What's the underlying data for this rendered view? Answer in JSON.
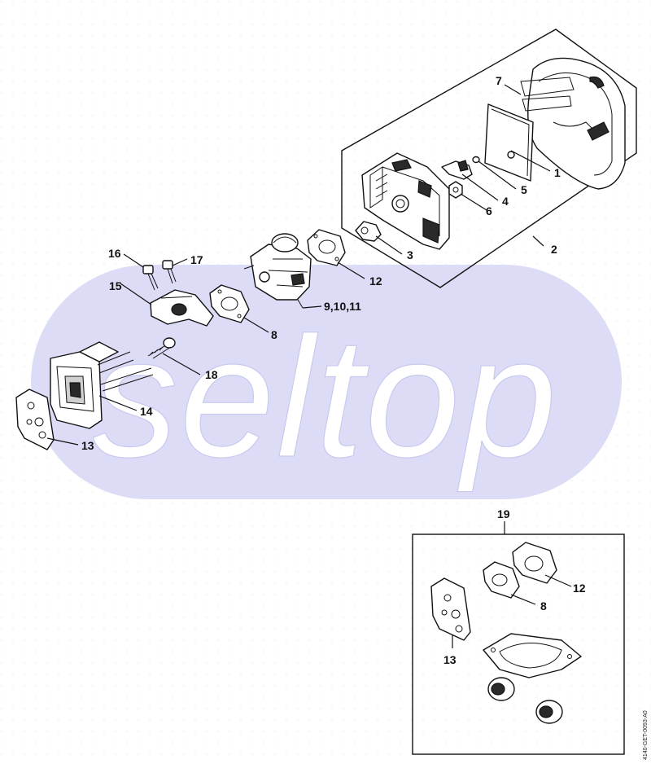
{
  "watermark": {
    "text": "seltop",
    "band_color": "#dcdcf7",
    "text_color": "#ffffff"
  },
  "drawing_code": "4140-GET-0093-A0",
  "colors": {
    "line": "#111111",
    "background": "#ffffff"
  },
  "callouts": {
    "c1": "1",
    "c2": "2",
    "c3": "3",
    "c4": "4",
    "c5": "5",
    "c6": "6",
    "c7": "7",
    "c8": "8",
    "c9_10_11": "9,10,11",
    "c12": "12",
    "c13": "13",
    "c14": "14",
    "c15": "15",
    "c16": "16",
    "c17": "17",
    "c18": "18",
    "c19": "19",
    "kit_c8": "8",
    "kit_c12": "12",
    "kit_c13": "13"
  }
}
